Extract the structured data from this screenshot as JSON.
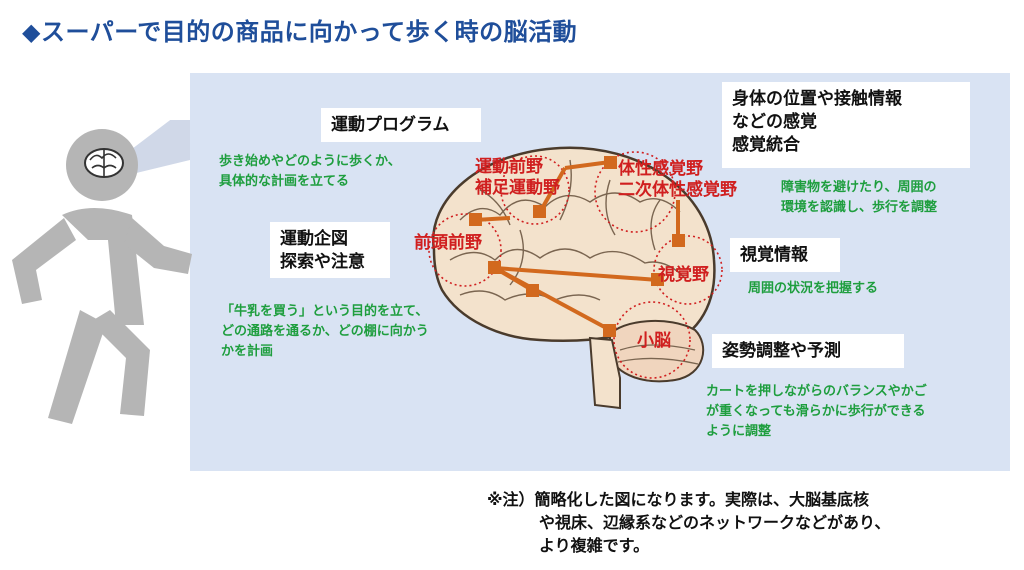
{
  "title": "◆スーパーで目的の商品に向かって歩く時の脳活動",
  "boxes": {
    "motor_program": "運動プログラム",
    "motor_planning": [
      "運動企図",
      "探索や注意"
    ],
    "somatosensory": [
      "身体の位置や接触情報",
      "などの感覚",
      "感覚統合"
    ],
    "visual_info": "視覚情報",
    "posture": "姿勢調整や予測"
  },
  "brain_labels": {
    "premotor": [
      "運動前野",
      "補足運動野"
    ],
    "somatosensory_area": [
      "体性感覚野",
      "二次体性感覚野"
    ],
    "prefrontal": "前頭前野",
    "visual_area": "視覚野",
    "cerebellum": "小脳"
  },
  "descriptions": {
    "motor_program": [
      "歩き始めやどのように歩くか、",
      "具体的な計画を立てる"
    ],
    "somatosensory": [
      "障害物を避けたり、周囲の",
      "環境を認識し、歩行を調整"
    ],
    "visual": "周囲の状況を把握する",
    "prefrontal": [
      "「牛乳を買う」という目的を立て、",
      "どの通路を通るか、どの棚に向かう",
      "かを計画"
    ],
    "cerebellum": [
      "カートを押しながらのバランスやかご",
      "が重くなっても滑らかに歩行ができる",
      "ように調整"
    ]
  },
  "note": [
    "※注）簡略化した図になります。実際は、大脳基底核",
    "や視床、辺縁系などのネットワークなどがあり、",
    "より複雑です。"
  ],
  "colors": {
    "title": "#1f4e9a",
    "panel": "#d9e3f3",
    "region_label": "#d01f1f",
    "description": "#1e9e3e",
    "connector": "#d2691e",
    "brain_fill": "#f3e2cc",
    "person": "#b5b5b5"
  },
  "icons": [
    "person-walking-icon",
    "brain-icon",
    "brain-illustration"
  ]
}
